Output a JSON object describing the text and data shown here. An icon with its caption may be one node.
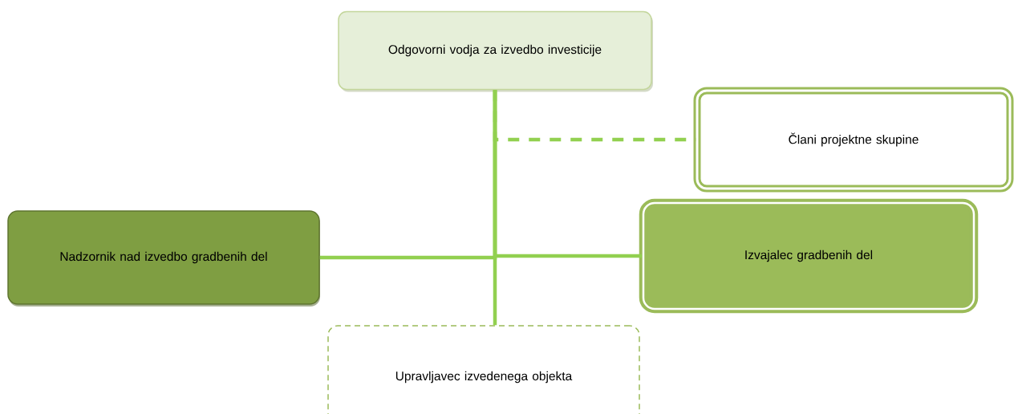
{
  "diagram": {
    "nodes": [
      {
        "text": [
          "Odgovorni vodja za izvedbo investicije"
        ]
      },
      {
        "text": [
          "Člani projektne skupine"
        ]
      },
      {
        "text": [
          "Nadzornik nad izvedbo gradbenih del"
        ]
      },
      {
        "text": [
          "Izvajalec gradbenih del"
        ]
      },
      {
        "text": [
          "Upravljavec izvedenega objekta"
        ]
      }
    ],
    "edges": [
      {
        "from": 0,
        "to": 1,
        "arrow": "none",
        "style": "dashed"
      },
      {
        "from": 0,
        "to": 2,
        "arrow": "none"
      },
      {
        "from": 0,
        "to": 3,
        "arrow": "none"
      },
      {
        "from": 0,
        "to": 4,
        "arrow": "none"
      }
    ]
  }
}
